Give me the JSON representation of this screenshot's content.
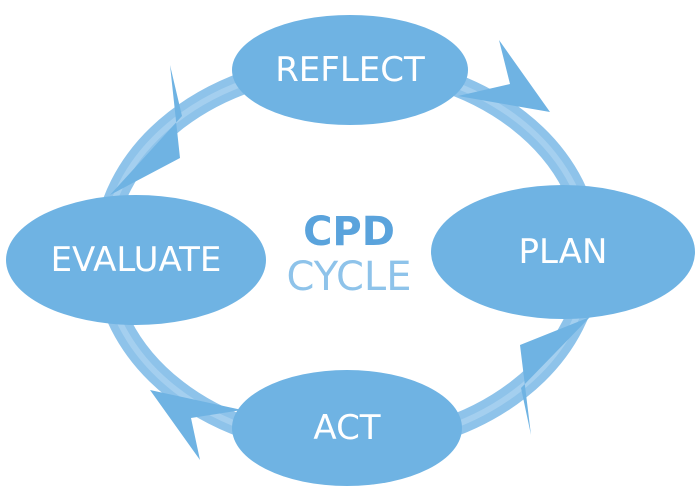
{
  "colors": {
    "node_fill": "#6fb3e3",
    "ring": "#8ec3ea",
    "ring_highlight": "#b6d9f3",
    "arrow": "#6fb3e3",
    "center_title": "#5aa3dc",
    "center_subtitle": "#8ec3ea",
    "node_text": "#ffffff"
  },
  "center": {
    "title": "CPD",
    "subtitle": "CYCLE"
  },
  "nodes": [
    {
      "id": "reflect",
      "label": "REFLECT"
    },
    {
      "id": "plan",
      "label": "PLAN"
    },
    {
      "id": "act",
      "label": "ACT"
    },
    {
      "id": "evaluate",
      "label": "EVALUATE"
    }
  ],
  "flow": [
    "reflect",
    "plan",
    "act",
    "evaluate",
    "reflect"
  ],
  "direction": "clockwise"
}
